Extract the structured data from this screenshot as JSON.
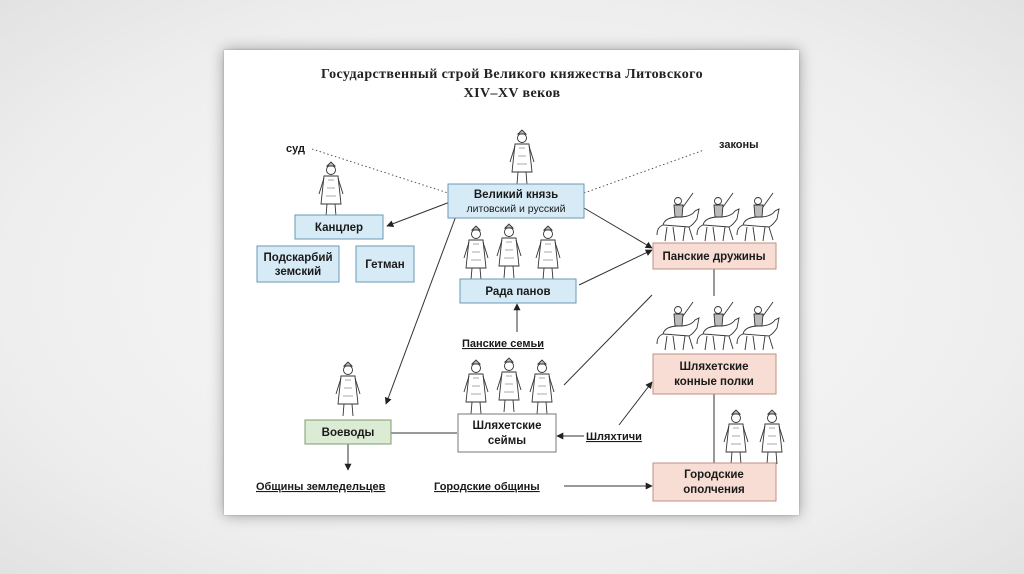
{
  "title_line1": "Государственный строй Великого княжества Литовского",
  "title_line2": "XIV–XV веков",
  "nodes": {
    "grand_prince": {
      "line1": "Великий князь",
      "line2": "литовский и русский"
    },
    "chancellor": "Канцлер",
    "treasurer": {
      "line1": "Подскарбий",
      "line2": "земский"
    },
    "hetman": "Гетман",
    "rada": "Рада панов",
    "voivodes": "Воеводы",
    "sejmiks": {
      "line1": "Шляхетские",
      "line2": "сеймы"
    },
    "pan_retinues": "Панские дружины",
    "gentry_regiments": {
      "line1": "Шляхетские",
      "line2": "конные полки"
    },
    "city_militia": {
      "line1": "Городские",
      "line2": "ополчения"
    }
  },
  "labels": {
    "court": "суд",
    "laws": "законы",
    "pan_families": "Панские семьи",
    "szlachta": "Шляхтичи",
    "farmer_communities": "Общины земледельцев",
    "city_communities": "Городские общины"
  },
  "colors": {
    "blue_box": "#d7ebf7",
    "pink_box": "#f7ddd4",
    "green_box": "#dcebd3"
  }
}
